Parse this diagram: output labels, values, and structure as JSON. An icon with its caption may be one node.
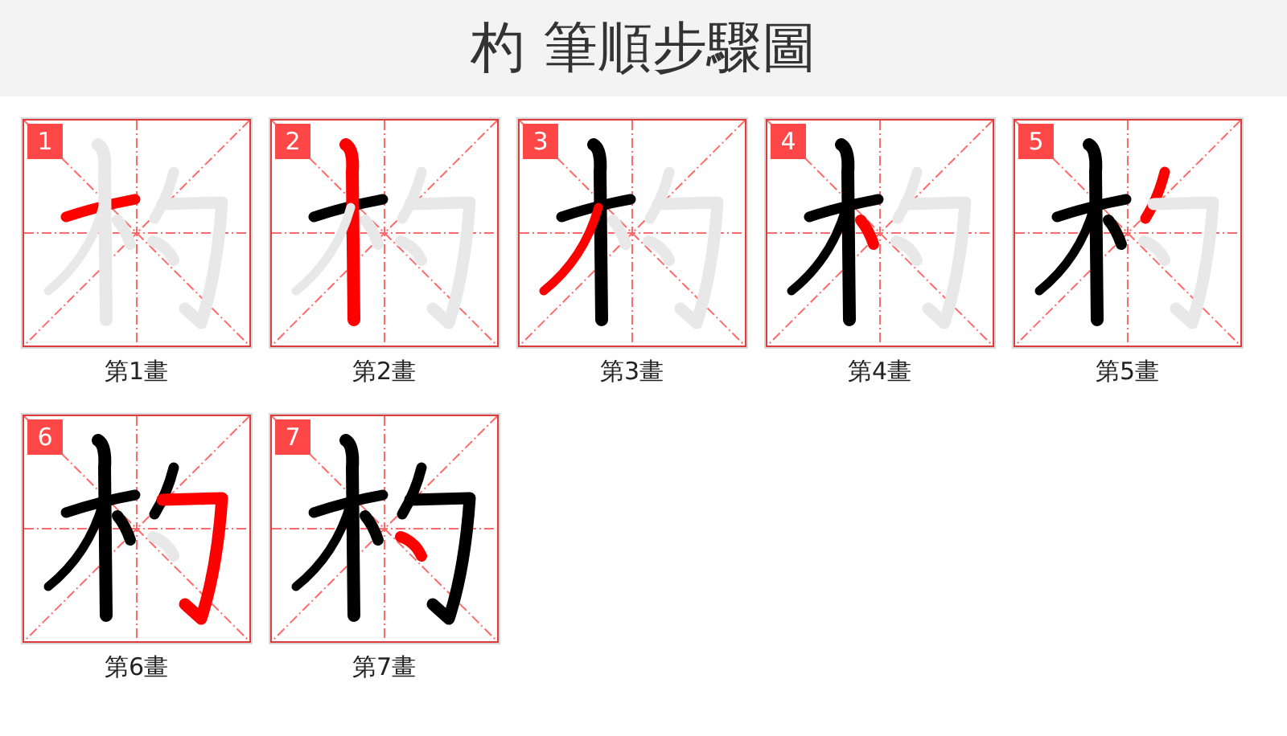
{
  "diagram": {
    "title": "杓 筆順步驟圖",
    "nodes": [
      {
        "text": [
          "1"
        ],
        "beside": [
          "第1畫"
        ]
      },
      {
        "text": [
          "2"
        ],
        "beside": [
          "第2畫"
        ]
      },
      {
        "text": [
          "3"
        ],
        "beside": [
          "第3畫"
        ]
      },
      {
        "text": [
          "4"
        ],
        "beside": [
          "第4畫"
        ]
      },
      {
        "text": [
          "5"
        ],
        "beside": [
          "第5畫"
        ]
      },
      {
        "text": [
          "6"
        ],
        "beside": [
          "第6畫"
        ]
      },
      {
        "text": [
          "7"
        ],
        "beside": [
          "第7畫"
        ]
      }
    ]
  }
}
